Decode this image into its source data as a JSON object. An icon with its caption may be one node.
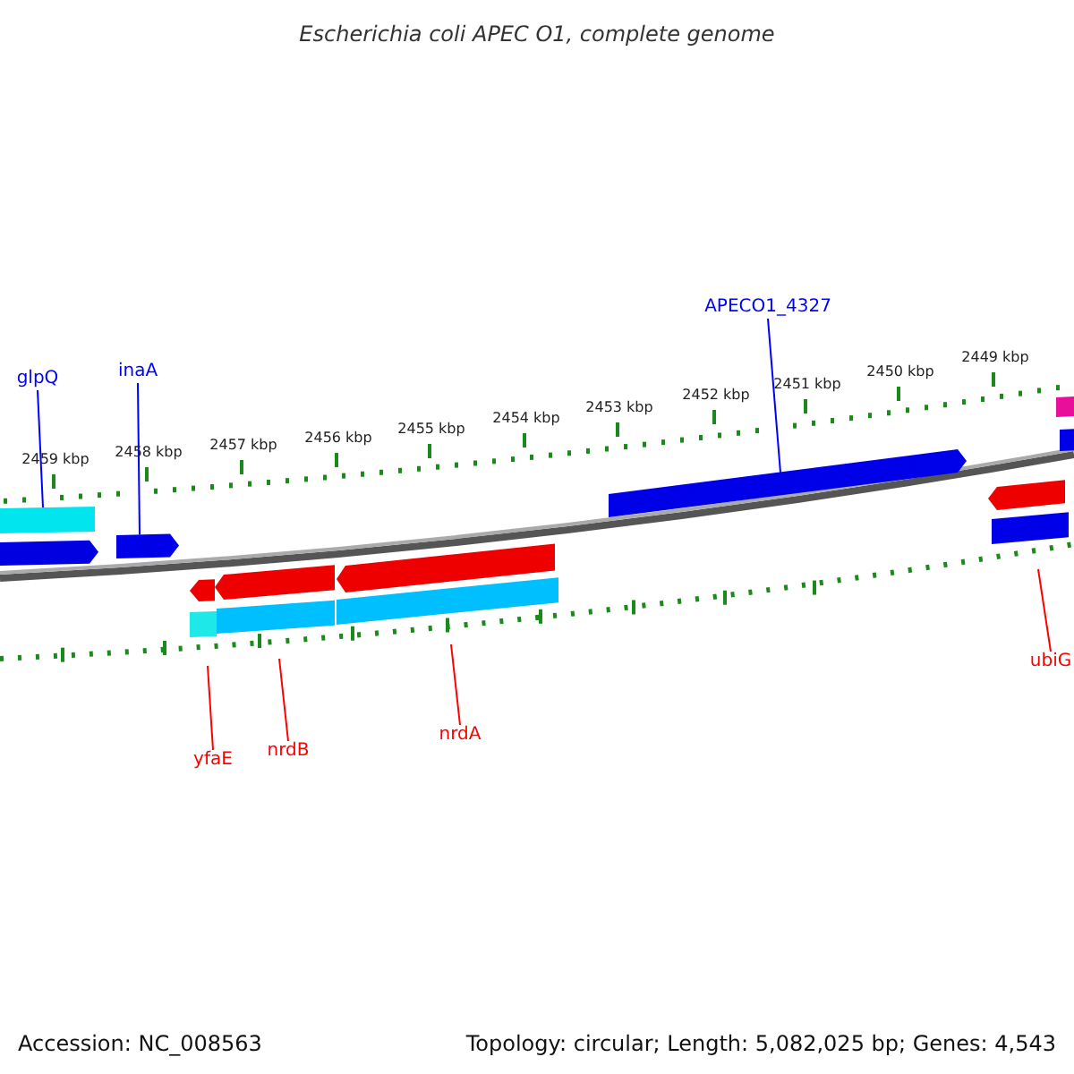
{
  "diagram": {
    "title": "Escherichia coli APEC O1, complete genome",
    "nodes": [
      {
        "text": [
          "glpQ"
        ]
      },
      {
        "text": [
          "inaA"
        ]
      },
      {
        "text": [
          "APECO1_4327"
        ]
      },
      {
        "text": [
          "yfaE"
        ]
      },
      {
        "text": [
          "nrdB"
        ]
      },
      {
        "text": [
          "nrdA"
        ]
      },
      {
        "text": [
          "ubiG"
        ]
      },
      {
        "text": [],
        "shape": "bar"
      },
      {
        "text": [],
        "shape": "arrow"
      },
      {
        "text": [],
        "shape": "arrow"
      }
    ],
    "edges": [
      {
        "from": 0,
        "to": 7,
        "arrow": "none",
        "color": "#0000ff"
      },
      {
        "from": 1,
        "to": 8,
        "arrow": "none",
        "color": "#0000ff"
      },
      {
        "from": 2,
        "to": 9,
        "arrow": "none",
        "color": "#0000ff"
      },
      {
        "from": 3,
        "to": null,
        "arrow": "none",
        "color": "#ff0000"
      },
      {
        "from": 4,
        "to": null,
        "arrow": "none",
        "color": "#ff0000"
      },
      {
        "from": 5,
        "to": null,
        "arrow": "none",
        "color": "#ff0000"
      },
      {
        "from": 6,
        "to": null,
        "arrow": "none",
        "color": "#ff0000"
      }
    ],
    "labels": [
      "2459 kbp",
      "2458 kbp",
      "2457 kbp",
      "2456 kbp",
      "2455 kbp",
      "2454 kbp",
      "2453 kbp",
      "2452 kbp",
      "2451 kbp",
      "2450 kbp",
      "2449 kbp",
      "Accession: NC_008563",
      "Topology: circular; Length: 5,082,025 bp; Genes: 4,543"
    ]
  }
}
